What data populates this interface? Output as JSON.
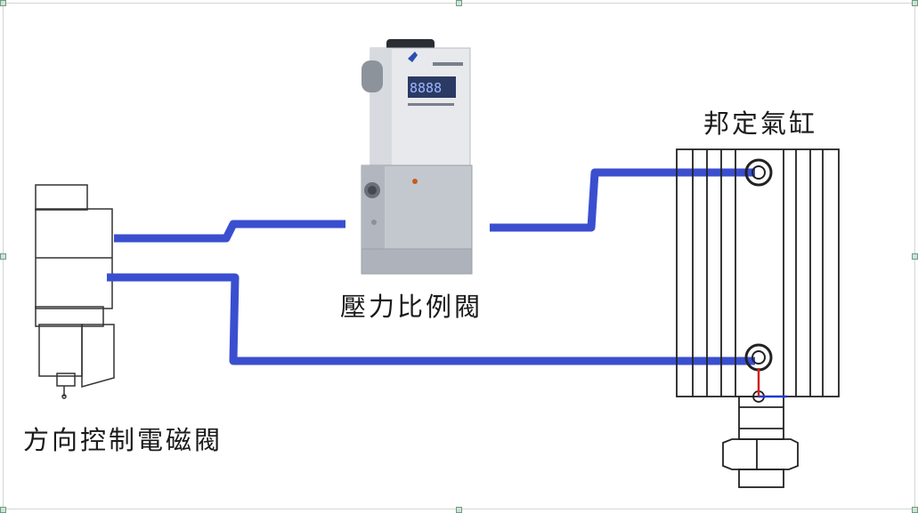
{
  "labels": {
    "cylinder": "邦定氣缸",
    "proportional_valve": "壓力比例閥",
    "solenoid_valve": "方向控制電磁閥"
  },
  "colors": {
    "pipe": "#3a4fcf",
    "outline": "#222222",
    "valve_body": "#c9cdd3",
    "display": "#2b3a63",
    "axis_red": "#d42020",
    "axis_blue": "#1f3ad0",
    "handle": "#cfe3d6"
  },
  "icons": [
    "selection-handle",
    "led-display",
    "logo-mark"
  ]
}
